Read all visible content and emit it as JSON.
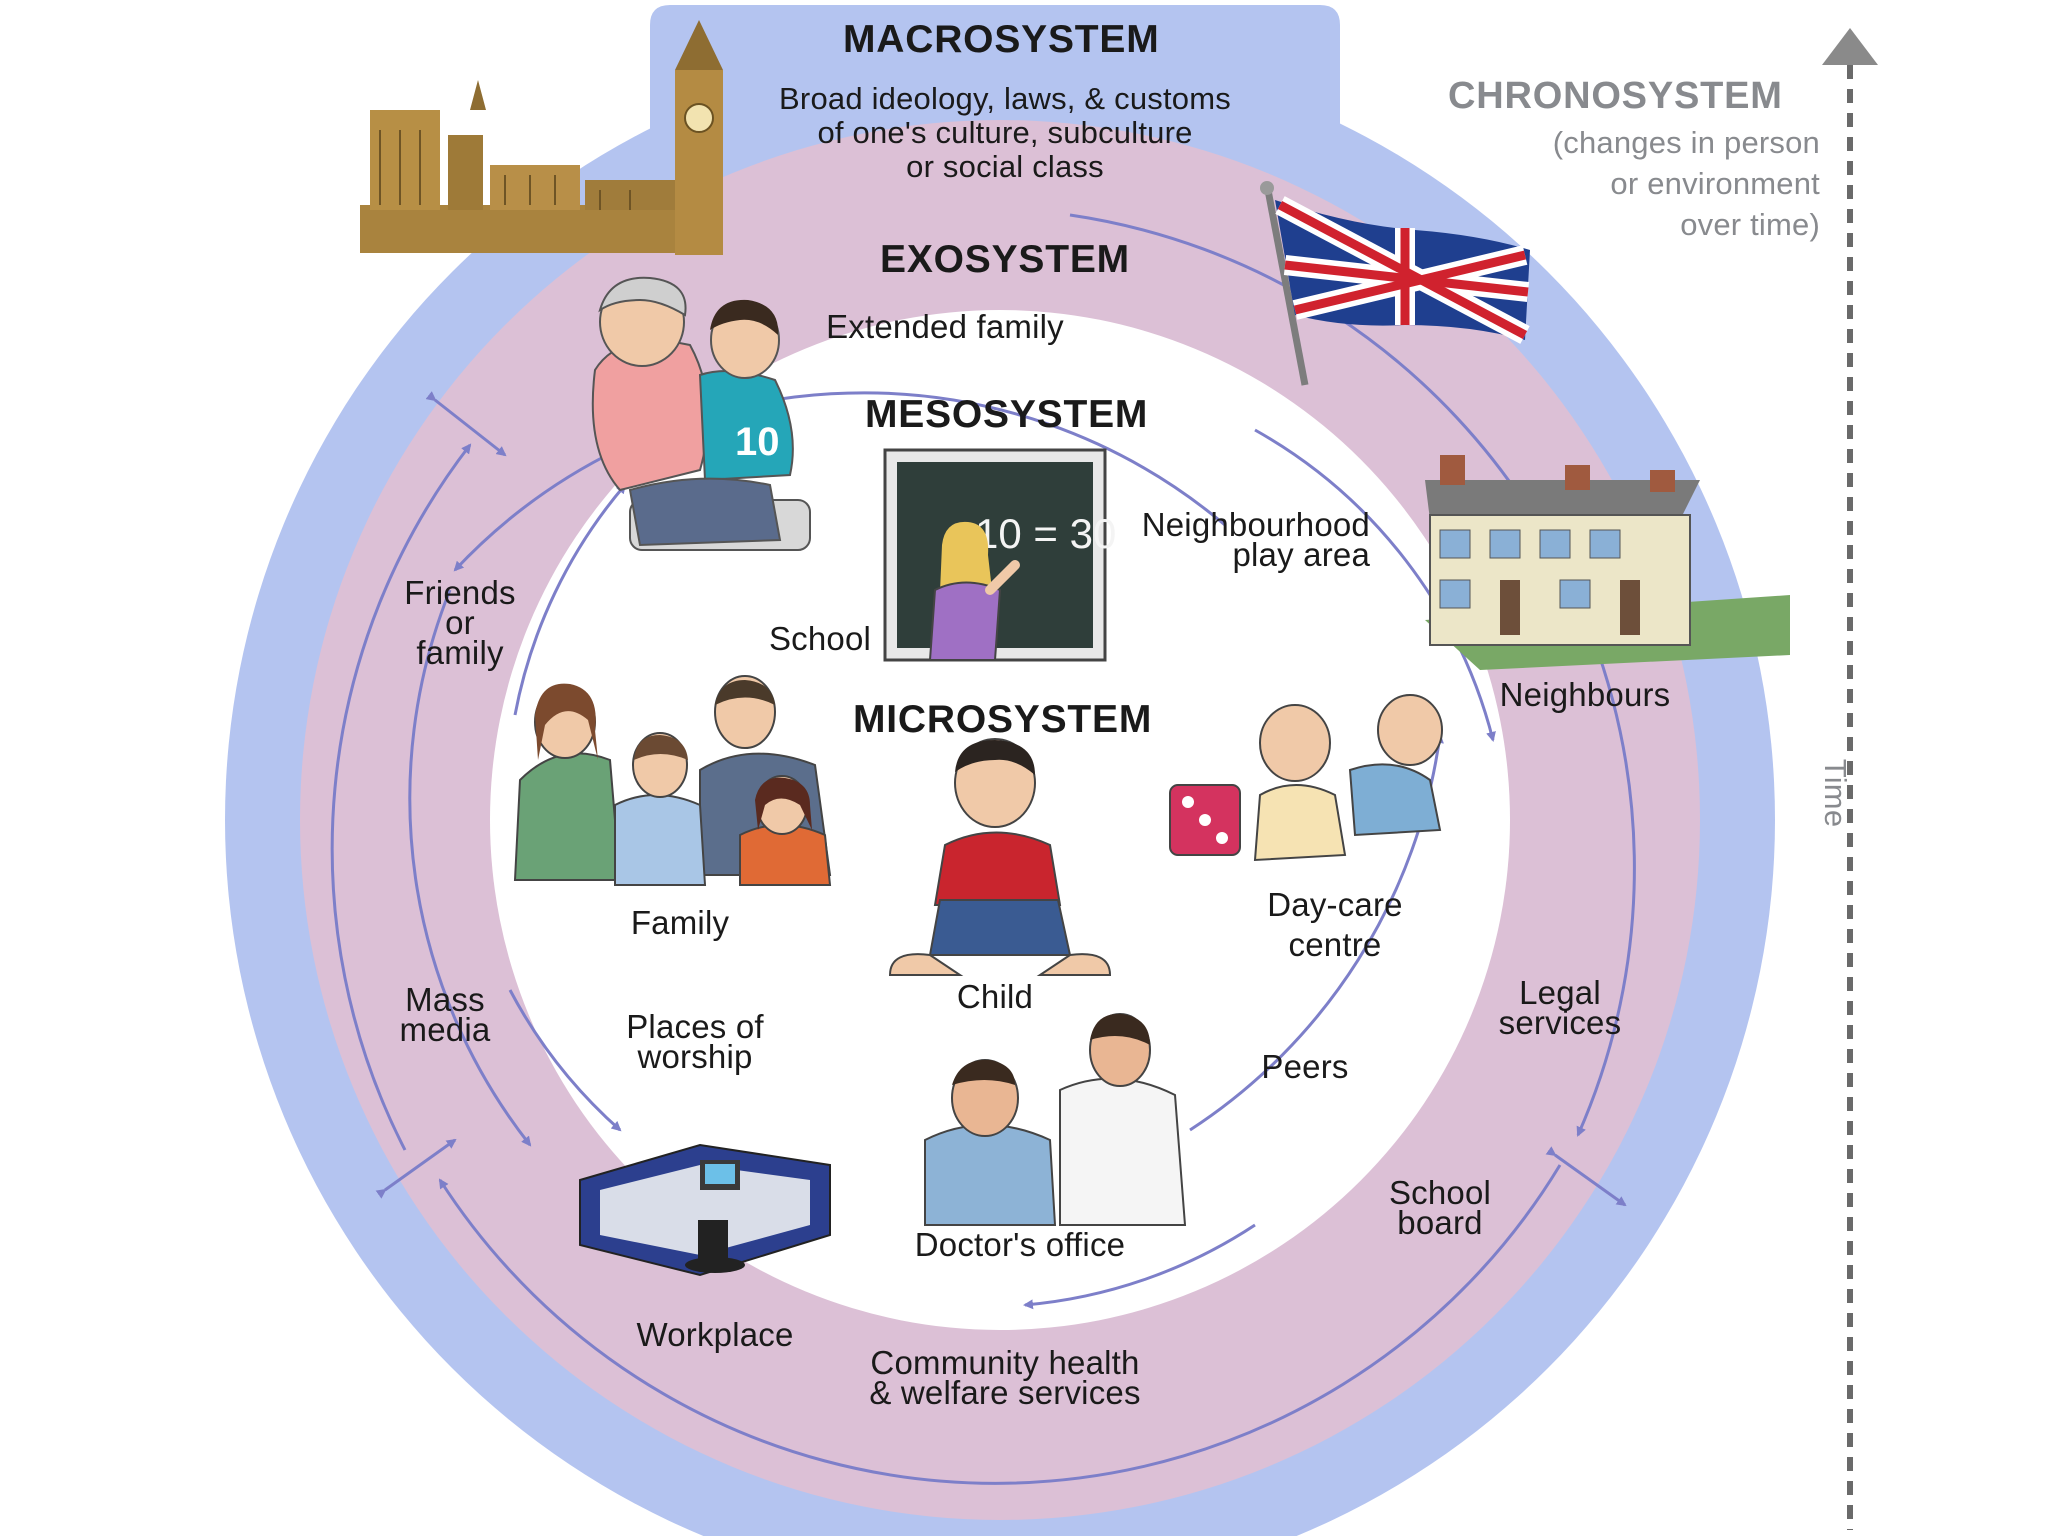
{
  "macrosystem": {
    "title": "MACROSYSTEM",
    "description": "Broad ideology, laws, & customs\nof one's culture, subculture\nor social class"
  },
  "exosystem": {
    "title": "EXOSYSTEM",
    "items": {
      "extended_family": "Extended family",
      "friends_family": "Friends\nor\nfamily",
      "neighbours": "Neighbours",
      "mass_media": "Mass\nmedia",
      "legal_services": "Legal\nservices",
      "workplace": "Workplace",
      "school_board": "School\nboard",
      "community_health": "Community health\n& welfare services"
    }
  },
  "mesosystem": {
    "title": "MESOSYSTEM"
  },
  "microsystem": {
    "title": "MICROSYSTEM",
    "items": {
      "school": "School",
      "neighbourhood_play_area": "Neighbourhood\nplay area",
      "family": "Family",
      "child": "Child",
      "day_care_centre": "Day-care\ncentre",
      "places_of_worship": "Places of\nworship",
      "peers": "Peers",
      "doctors_office": "Doctor's office"
    },
    "chalkboard_text": "10 = 30"
  },
  "chronosystem": {
    "title": "CHRONOSYSTEM",
    "description": "(changes in person\nor environment\nover time)",
    "axis_label": "Time"
  },
  "colors": {
    "macro_blue": "#b4c4f0",
    "exo_pink": "#dcc0d6",
    "meso_white": "#ffffff",
    "arrow_purple": "#7d7fc9",
    "grey_text": "#888a8e"
  }
}
